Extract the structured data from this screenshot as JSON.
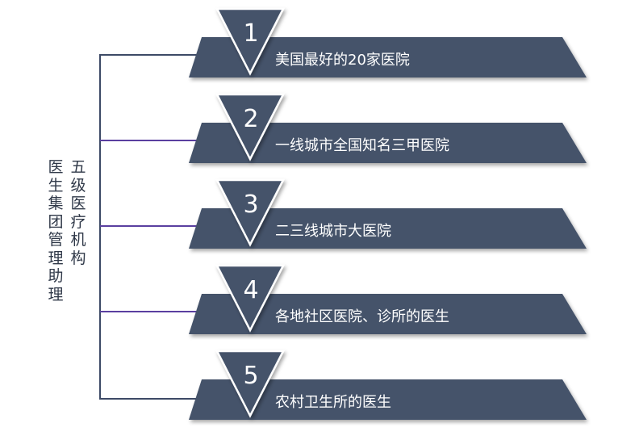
{
  "diagram": {
    "left_label": "五级医疗机构",
    "left_sublabel": "医生集团管理助理",
    "tiers": [
      {
        "number": "1",
        "text": "美国最好的20家医院"
      },
      {
        "number": "2",
        "text": "一线城市全国知名三甲医院"
      },
      {
        "number": "3",
        "text": "二三线城市大医院"
      },
      {
        "number": "4",
        "text": "各地社区医院、诊所的医生"
      },
      {
        "number": "5",
        "text": "农村卫生所的医生"
      }
    ]
  },
  "colors": {
    "bar": "#44526a",
    "triangle": "#44526a",
    "triangle_stroke": "#ffffff",
    "bracket": "#3d4a66",
    "connector": "#5a3fa0",
    "text_light": "#ffffff",
    "text_dark": "#2f3848"
  }
}
